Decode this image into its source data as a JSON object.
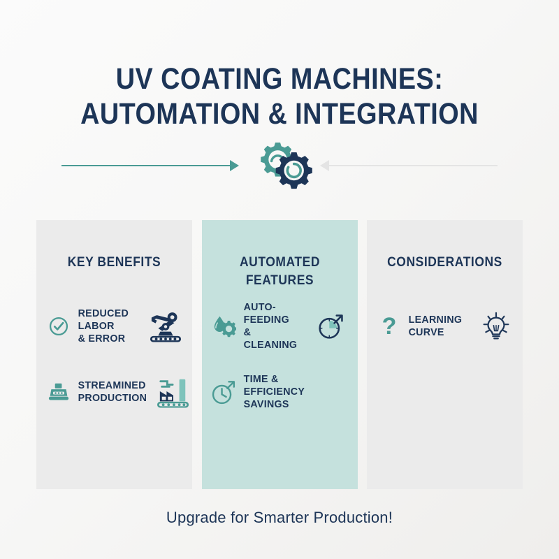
{
  "title": {
    "line1": "UV COATING MACHINES:",
    "line2": "AUTOMATION & INTEGRATION"
  },
  "band": {
    "left_arrow_icon": "arrow-right-teal",
    "right_arrow_icon": "arrow-left-gray",
    "center_icon": "interlocking-gears-icon"
  },
  "colors": {
    "navy": "#1d3557",
    "teal": "#4a9b94",
    "panel_gray": "#ebebeb",
    "panel_teal": "#c5e1dd",
    "background": "#f7f7f6",
    "arrow_gray": "#e4e4e4"
  },
  "columns": [
    {
      "title": "KEY BENEFITS",
      "highlight": false,
      "items": [
        {
          "lead_icon": "check-circle-icon",
          "label_line1": "REDUCED",
          "label_line2": "LABOR",
          "label_line3": "& ERROR",
          "trail_icon": "robot-arm-icon"
        },
        {
          "lead_icon": "conveyor-box-icon",
          "label_line1": "STREAMINED",
          "label_line2": "PRODUCTION",
          "label_line3": "",
          "trail_icon": "factory-icon"
        }
      ]
    },
    {
      "title_line1": "AUTOMATED",
      "title_line2": "FEATURES",
      "highlight": true,
      "items": [
        {
          "lead_icon": "droplet-gear-icon",
          "label_line1": "AUTO-FEEDING",
          "label_line2": "& CLEANING",
          "label_line3": "",
          "trail_icon": "clock-arrow-navy-icon"
        },
        {
          "lead_icon": "clock-arrow-teal-icon",
          "label_line1": "TIME & EFFICIENCY",
          "label_line2": "SAVINGS",
          "label_line3": "",
          "trail_icon": ""
        }
      ]
    },
    {
      "title": "CONSIDERATIONS",
      "highlight": false,
      "items": [
        {
          "lead_icon": "question-mark-icon",
          "lead_glyph": "?",
          "label_line1": "LEARNING",
          "label_line2": "CURVE",
          "label_line3": "",
          "trail_icon": "lightbulb-icon"
        }
      ]
    }
  ],
  "footer": {
    "text": "Upgrade for Smarter Production!"
  }
}
